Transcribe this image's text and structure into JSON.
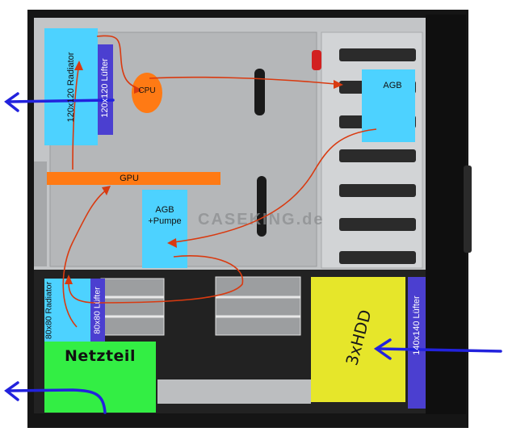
{
  "watermark": "CASEKING.de",
  "components": {
    "radiator_120": {
      "label": "120x120 Radiator",
      "color": "#4dd2ff"
    },
    "fan_120": {
      "label": "120x120 Lüfter",
      "color": "#4b3fd0"
    },
    "cpu": {
      "label": "CPU",
      "color": "#ff7a14"
    },
    "gpu": {
      "label": "GPU",
      "color": "#ff7a14"
    },
    "agb_top": {
      "label": "AGB",
      "color": "#4dd2ff"
    },
    "agb_pump": {
      "line1": "AGB",
      "line2": "+Pumpe",
      "color": "#4dd2ff"
    },
    "radiator_80": {
      "label": "80x80 Radiator",
      "color": "#4dd2ff"
    },
    "fan_80": {
      "label": "80x80 Lüfter",
      "color": "#4b3fd0"
    },
    "psu": {
      "label": "Netzteil",
      "color": "#33ee44"
    },
    "hdd": {
      "label": "3xHDD",
      "color": "#e6e62a"
    },
    "fan_140": {
      "label": "140x140 Lüfter",
      "color": "#4b3fd0"
    }
  },
  "colors": {
    "tube": "#d93a10",
    "airflow": "#2222dd",
    "case_frame": "#151515",
    "case_panel": "#b8babc"
  }
}
